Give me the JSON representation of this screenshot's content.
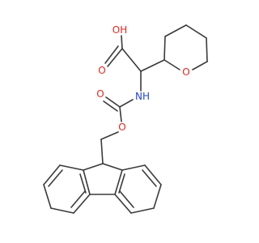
{
  "atoms": {
    "oh": {
      "text": "OH",
      "color": "#e8261d"
    },
    "o_carbonyl_acid": {
      "text": "O",
      "color": "#e8261d"
    },
    "nh": {
      "text": "NH",
      "color": "#2446d6"
    },
    "o_carbamate_carbonyl": {
      "text": "O",
      "color": "#e8261d"
    },
    "o_carbamate_ester": {
      "text": "O",
      "color": "#e8261d"
    },
    "o_ring": {
      "text": "O",
      "color": "#e8261d"
    }
  }
}
